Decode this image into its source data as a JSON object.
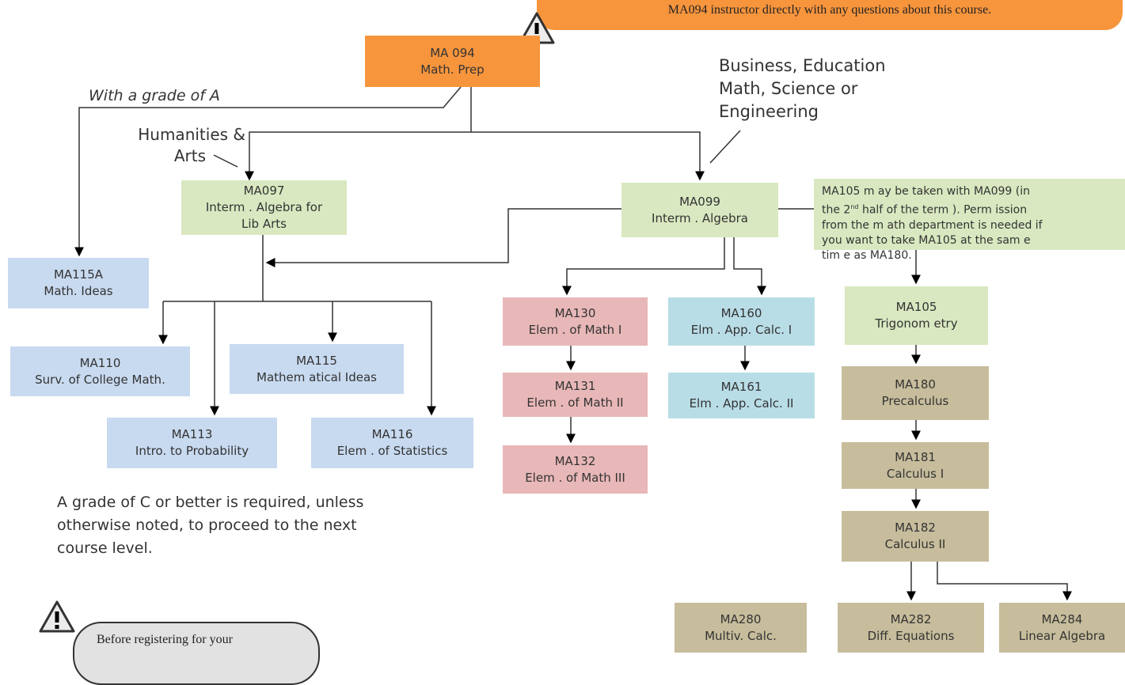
{
  "colors": {
    "orange": "#f7953d",
    "green": "#d9e8c0",
    "blue": "#c8daf0",
    "pink": "#e8b7b8",
    "cyan": "#b9dde7",
    "tan": "#c7bd9c"
  },
  "top_callout": {
    "text": "MA094 instructor directly with any questions about this course."
  },
  "bottom_callout": {
    "text": "Before registering for your"
  },
  "courses": {
    "ma094": {
      "code": "MA 094",
      "title": "Math. Prep"
    },
    "ma097": {
      "code": "MA097",
      "title_line1": "Interm . Algebra for",
      "title_line2": "Lib Arts"
    },
    "ma099": {
      "code": "MA099",
      "title": "Interm . Algebra"
    },
    "ma115a": {
      "code": "MA115A",
      "title": "Math. Ideas"
    },
    "ma110": {
      "code": "MA110",
      "title": "Surv. of College Math."
    },
    "ma115": {
      "code": "MA115",
      "title": "Mathem atical Ideas"
    },
    "ma113": {
      "code": "MA113",
      "title": "Intro. to Probability"
    },
    "ma116": {
      "code": "MA116",
      "title": "Elem . of Statistics"
    },
    "ma130": {
      "code": "MA130",
      "title": "Elem . of Math I"
    },
    "ma131": {
      "code": "MA131",
      "title": "Elem . of Math II"
    },
    "ma132": {
      "code": "MA132",
      "title": "Elem . of Math III"
    },
    "ma160": {
      "code": "MA160",
      "title": "Elm . App. Calc. I"
    },
    "ma161": {
      "code": "MA161",
      "title": "Elm . App. Calc. II"
    },
    "ma105": {
      "code": "MA105",
      "title": "Trigonom etry"
    },
    "ma180": {
      "code": "MA180",
      "title": "Precalculus"
    },
    "ma181": {
      "code": "MA181",
      "title": "Calculus I"
    },
    "ma182": {
      "code": "MA182",
      "title": "Calculus II"
    },
    "ma280": {
      "code": "MA280",
      "title": "Multiv. Calc."
    },
    "ma282": {
      "code": "MA282",
      "title": "Diff. Equations"
    },
    "ma284": {
      "code": "MA284",
      "title": "Linear Algebra"
    }
  },
  "labels": {
    "grade_a": "With a grade of A",
    "humanities_line1": "Humanities &",
    "humanities_line2": "Arts",
    "business_line1": "Business, Education",
    "business_line2": "Math, Science or",
    "business_line3": "Engineering"
  },
  "note_ma105": {
    "line1": "MA105 m ay be taken with MA099 (in",
    "line2_pre": "the 2",
    "line2_sup": "nd",
    "line2_post": " half of the term ).  Perm ission",
    "line3": "from the m ath department is needed if",
    "line4": "you want to take MA105 at the sam e",
    "line5": "tim e as MA180."
  },
  "grade_note": {
    "line1": "A grade of C or better is required, unless",
    "line2": "otherwise noted, to proceed to the next",
    "line3": "course level."
  }
}
